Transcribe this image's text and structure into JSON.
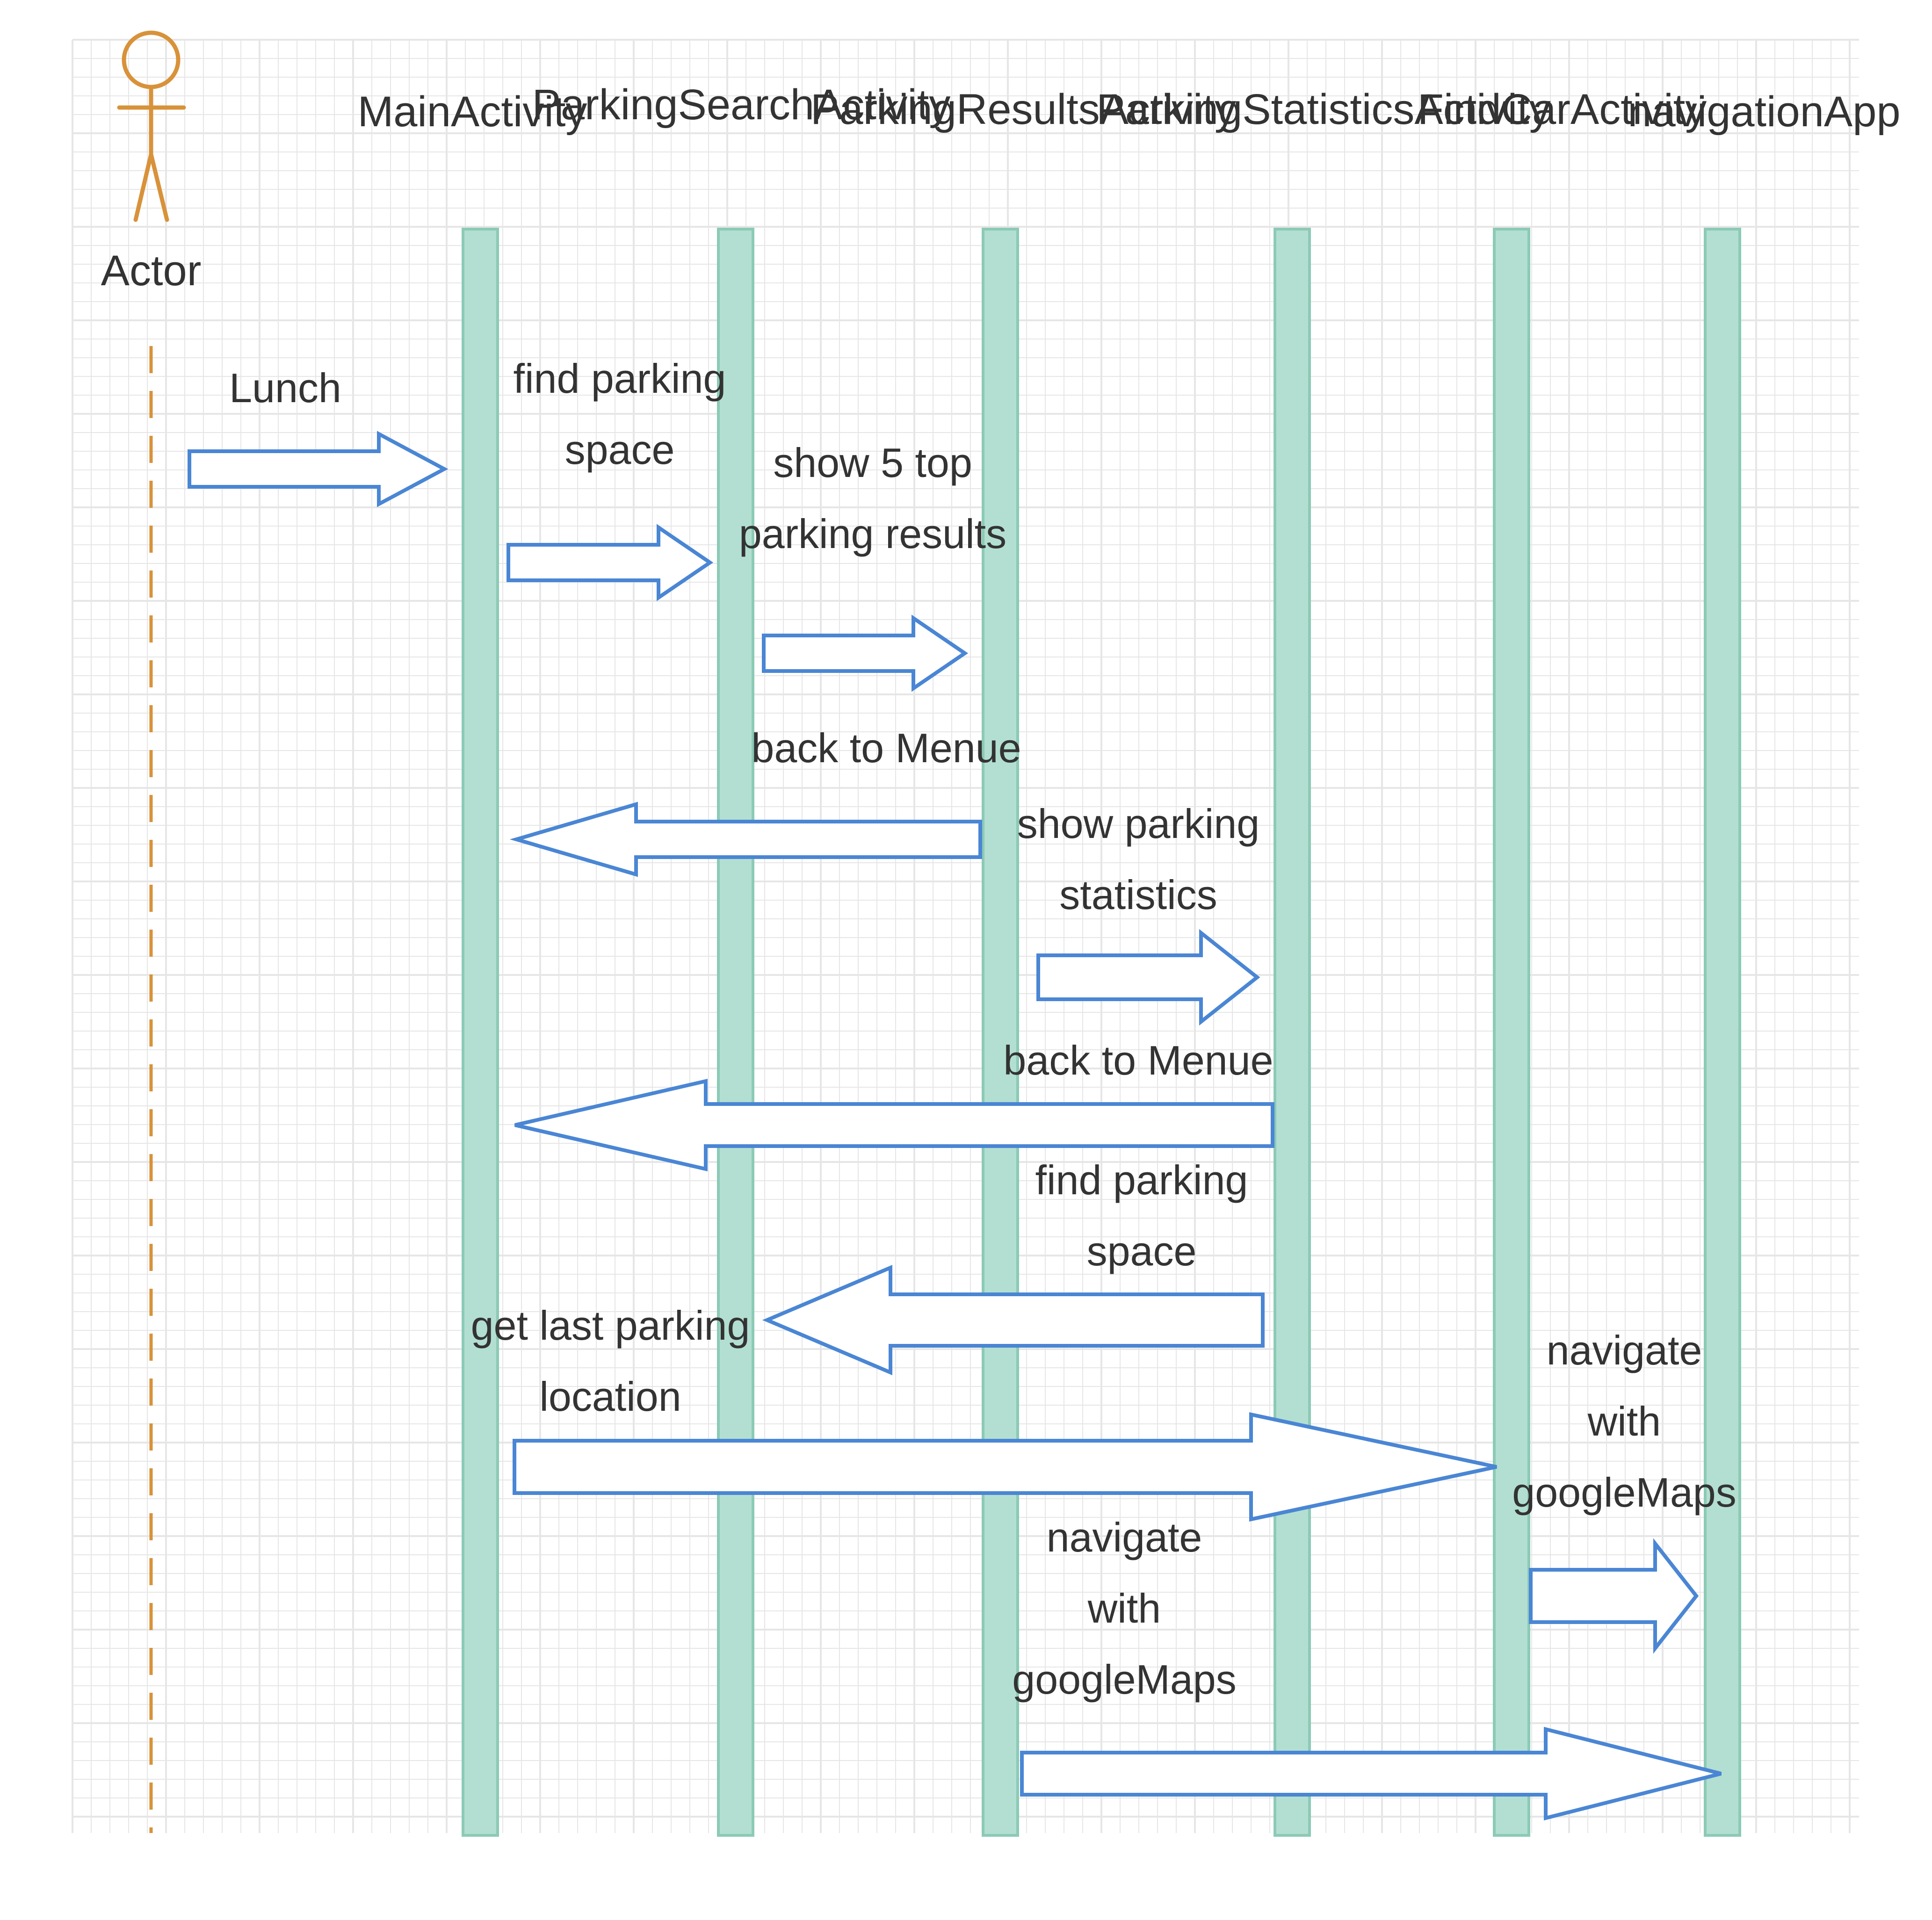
{
  "diagram": {
    "type": "sequence",
    "colors": {
      "background": "#ffffff",
      "grid": "#e6e6e6",
      "lifeline_fill": "#b2dfd1",
      "lifeline_stroke": "#8ccab6",
      "arrow_stroke": "#4a86d4",
      "arrow_fill": "#ffffff",
      "actor": "#d8923a",
      "text": "#333333"
    },
    "actor": {
      "label": "Actor",
      "icon": "stick-figure-icon"
    },
    "participants": [
      {
        "id": "main",
        "label": "MainActivity"
      },
      {
        "id": "search",
        "label": "ParkingSearchActivity"
      },
      {
        "id": "results",
        "label": "ParkingResultsActivity"
      },
      {
        "id": "stats",
        "label": "ParkingStatisticsActivity"
      },
      {
        "id": "findcar",
        "label": "FindCarActivity"
      },
      {
        "id": "nav",
        "label": "navigationApp"
      }
    ],
    "messages": [
      {
        "from": "actor",
        "to": "main",
        "label_lines": [
          "Lunch"
        ]
      },
      {
        "from": "main",
        "to": "search",
        "label_lines": [
          "find parking",
          "space"
        ]
      },
      {
        "from": "search",
        "to": "results",
        "label_lines": [
          "show 5 top",
          "parking results"
        ]
      },
      {
        "from": "results",
        "to": "main",
        "label_lines": [
          "back to Menue"
        ]
      },
      {
        "from": "results",
        "to": "stats",
        "label_lines": [
          "show parking",
          "statistics"
        ]
      },
      {
        "from": "stats",
        "to": "main",
        "label_lines": [
          "back to Menue"
        ]
      },
      {
        "from": "stats",
        "to": "search",
        "label_lines": [
          "find parking",
          "space"
        ]
      },
      {
        "from": "main",
        "to": "findcar",
        "label_lines": [
          "get last parking",
          "location"
        ]
      },
      {
        "from": "findcar",
        "to": "nav",
        "label_lines": [
          "navigate",
          "with",
          "googleMaps"
        ]
      },
      {
        "from": "results",
        "to": "nav",
        "label_lines": [
          "navigate",
          "with",
          "googleMaps"
        ]
      }
    ]
  }
}
